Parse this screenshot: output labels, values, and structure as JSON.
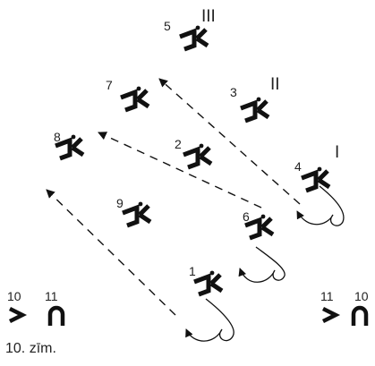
{
  "figure": {
    "caption": "10. zīm.",
    "colors": {
      "ink": "#111111",
      "text": "#222222",
      "background": "#ffffff"
    },
    "positions": [
      {
        "number": "1",
        "roman": ""
      },
      {
        "number": "2",
        "roman": ""
      },
      {
        "number": "3",
        "roman": "II"
      },
      {
        "number": "4",
        "roman": "I"
      },
      {
        "number": "5",
        "roman": "III"
      },
      {
        "number": "6",
        "roman": ""
      },
      {
        "number": "7",
        "roman": ""
      },
      {
        "number": "8",
        "roman": ""
      },
      {
        "number": "9",
        "roman": ""
      }
    ],
    "legend_left": {
      "a": "10",
      "b": "11"
    },
    "legend_right": {
      "a": "11",
      "b": "10"
    },
    "icons": [
      "stitch-symbol-icon",
      "greater-than-icon",
      "u-shape-icon"
    ]
  }
}
